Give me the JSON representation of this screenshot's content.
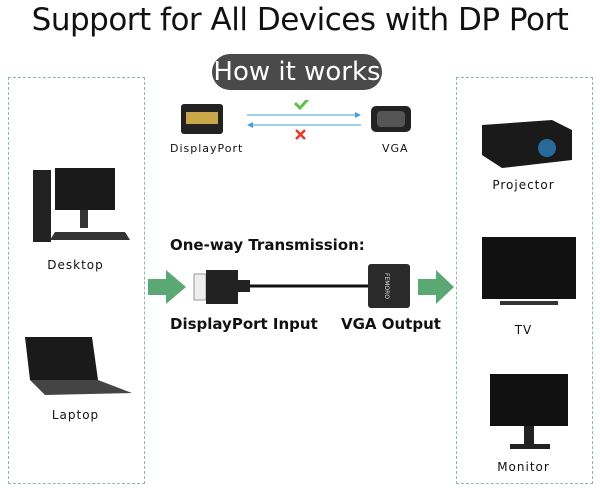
{
  "title": "Support for All Devices with DP Port",
  "how_it_works": "How it works",
  "connectors": {
    "left": "DisplayPort",
    "right": "VGA"
  },
  "source_devices": [
    "Desktop",
    "Laptop"
  ],
  "target_devices": [
    "Projector",
    "TV",
    "Monitor"
  ],
  "transmission": {
    "heading": "One-way Transmission:",
    "input": "DisplayPort Input",
    "output": "VGA Output",
    "brand": "FEMORO"
  },
  "colors": {
    "arrow": "#5aa874",
    "check": "#5cc04a",
    "cross": "#e53a2a",
    "line": "#4a9fd0"
  }
}
